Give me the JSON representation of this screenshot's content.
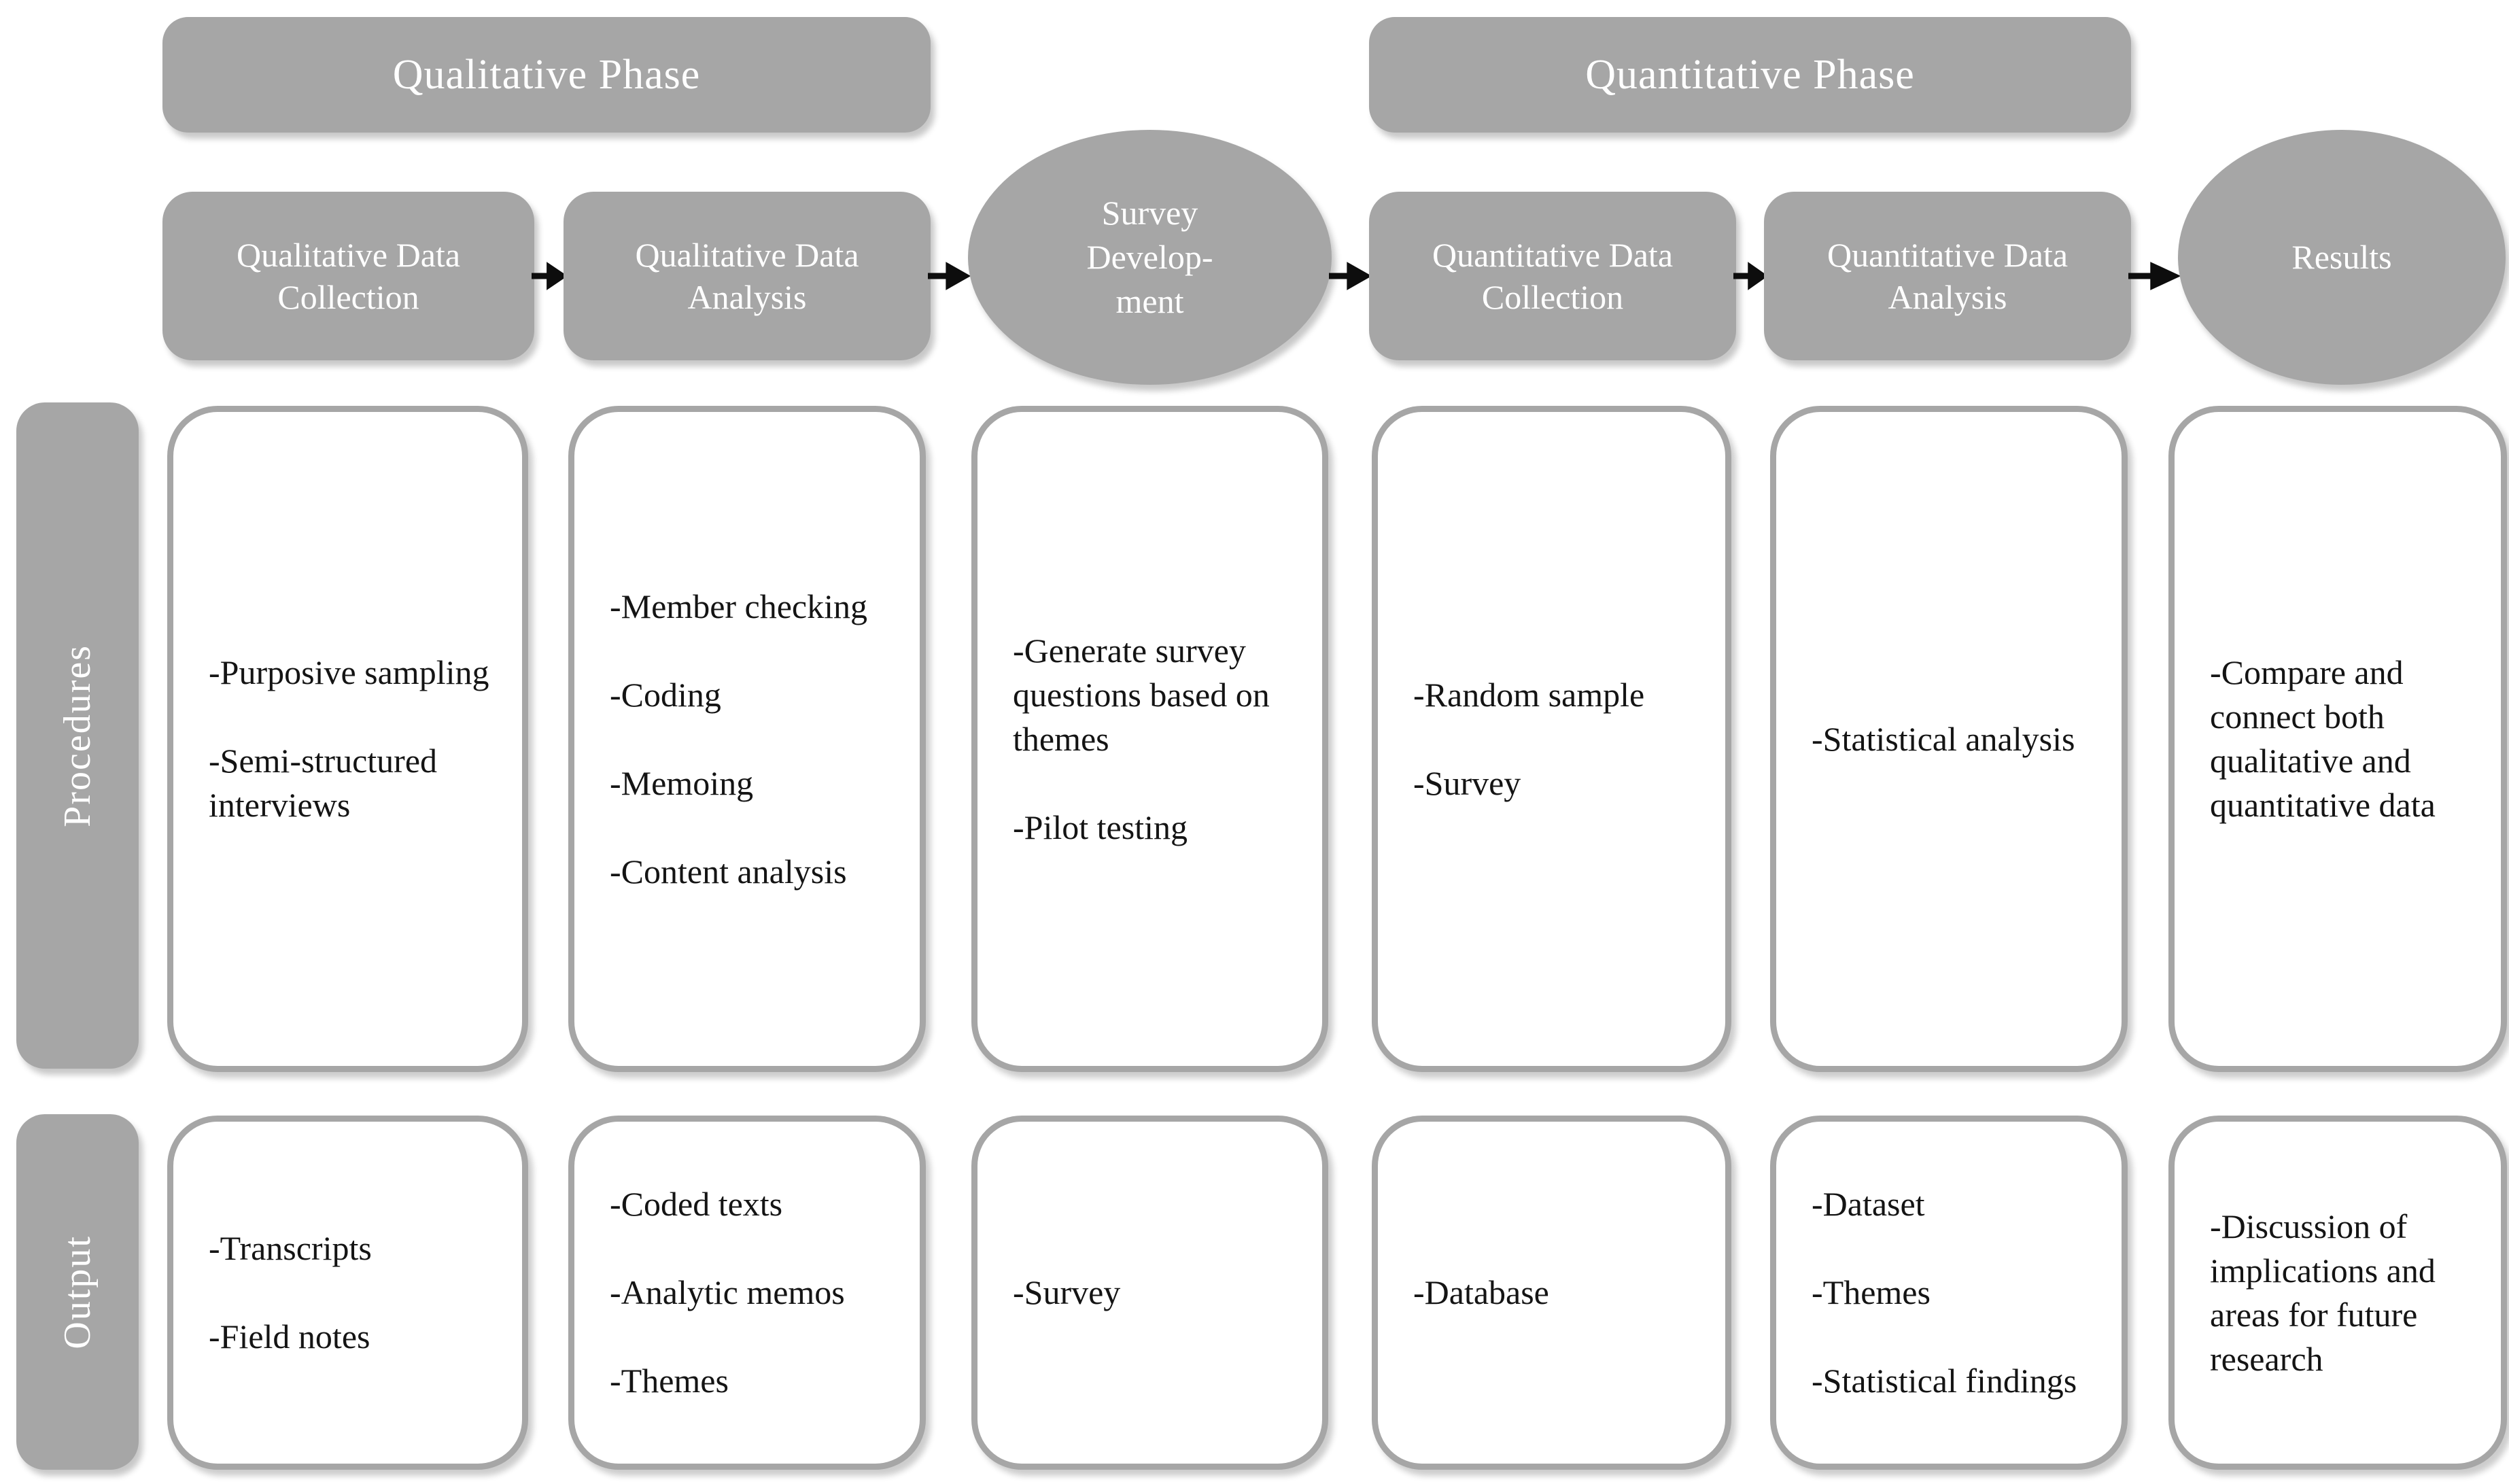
{
  "colors": {
    "shape_gray": "#a6a6a6",
    "text_on_gray": "#ffffff",
    "body_text": "#141414",
    "arrow_black": "#0d0d0d",
    "background": "#ffffff"
  },
  "phase_headers": [
    {
      "label": "Qualitative Phase"
    },
    {
      "label": "Quantitative Phase"
    }
  ],
  "flow_steps": [
    {
      "label": "Qualitative Data Collection",
      "shape": "rounded-rect"
    },
    {
      "label": "Qualitative Data Analysis",
      "shape": "rounded-rect"
    },
    {
      "label": "Survey\nDevelop-\nment",
      "shape": "ellipse"
    },
    {
      "label": "Quantitative Data Collection",
      "shape": "rounded-rect"
    },
    {
      "label": "Quantitative Data Analysis",
      "shape": "rounded-rect"
    },
    {
      "label": "Results",
      "shape": "ellipse"
    }
  ],
  "row_labels": {
    "procedures": "Procedures",
    "output": "Output"
  },
  "procedures_row": [
    {
      "items": [
        "-Purposive sampling",
        "-Semi-structured interviews"
      ]
    },
    {
      "items": [
        "-Member checking",
        "-Coding",
        "-Memoing",
        "-Content analysis"
      ]
    },
    {
      "items": [
        "-Generate survey questions based on themes",
        "-Pilot testing"
      ]
    },
    {
      "items": [
        "-Random sample",
        "-Survey"
      ]
    },
    {
      "items": [
        "-Statistical analysis"
      ]
    },
    {
      "items": [
        "-Compare and connect both qualitative and quantitative data"
      ]
    }
  ],
  "output_row": [
    {
      "items": [
        "-Transcripts",
        "-Field notes"
      ]
    },
    {
      "items": [
        "-Coded texts",
        "-Analytic memos",
        "-Themes"
      ]
    },
    {
      "items": [
        "-Survey"
      ]
    },
    {
      "items": [
        "-Database"
      ]
    },
    {
      "items": [
        "-Dataset",
        "-Themes",
        "-Statistical findings"
      ]
    },
    {
      "items": [
        "-Discussion of implications and areas for future research"
      ]
    }
  ]
}
